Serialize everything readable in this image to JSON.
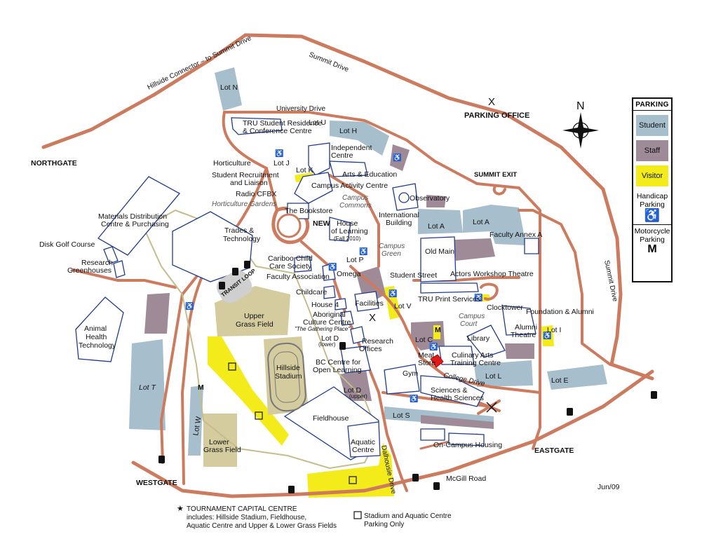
{
  "map": {
    "date": "Jun/09",
    "parking_office": {
      "mark": "X",
      "label": "PARKING OFFICE"
    },
    "compass": {
      "north": "N"
    },
    "roads": {
      "summit_drive_top": "Summit Drive",
      "summit_drive_east": "Summit Drive",
      "hillside_connector": "Hillside Connector – to Summit Drive",
      "university_drive": "University Drive",
      "student_street": "Student Street",
      "college_drive": "College Drive",
      "dalhousie_drive": "Dalhousie Drive",
      "mcgill_road": "McGill Road"
    },
    "gates": {
      "northgate": "NORTHGATE",
      "westgate": "WESTGATE",
      "eastgate": "EASTGATE",
      "summit_exit": "SUMMIT EXIT"
    },
    "lots": {
      "n": "Lot N",
      "u": "Lot U",
      "h": "Lot H",
      "j": "Lot J",
      "k": "Lot K",
      "a1": "Lot A",
      "a2": "Lot A",
      "p": "Lot P",
      "v": "Lot V",
      "c": "Lot C",
      "i": "Lot I",
      "d_lower": "Lot D",
      "d_lower_sub": "(lower)",
      "d_upper": "Lot D",
      "d_upper_sub": "(upper)",
      "l": "Lot L",
      "e": "Lot E",
      "s": "Lot S",
      "t": "Lot T",
      "w": "Lot W"
    },
    "buildings": {
      "residence_1": "TRU Student Residence",
      "residence_2": "& Conference Centre",
      "independent_1": "Independent",
      "independent_2": "Centre",
      "arts_education": "Arts & Education",
      "horticulture": "Horticulture",
      "recruitment_1": "Student Recruitment",
      "recruitment_2": "and Liaison",
      "radio": "Radio CFBX",
      "campus_activity": "Campus Activity Centre",
      "observatory": "Observatory",
      "intl_1": "International",
      "intl_2": "Building",
      "bookstore": "The Bookstore",
      "new_badge": "NEW",
      "hol_1": "House",
      "hol_2": "of Learning",
      "hol_3": "(Fall 2010)",
      "materials_1": "Materials Distribution",
      "materials_2": "Centre & Purchasing",
      "trades_1": "Trades &",
      "trades_2": "Technology",
      "disk_golf": "Disk Golf Course",
      "research_gh_1": "Research",
      "research_gh_2": "Greenhouses",
      "animal_1": "Animal",
      "animal_2": "Health",
      "animal_3": "Technology",
      "childcare_soc_1": "Cariboo Child",
      "childcare_soc_2": "Care Society",
      "faculty_assoc": "Faculty Association",
      "omega": "Omega",
      "childcare": "Childcare",
      "house4": "House 4",
      "facilities": "Facilities",
      "aboriginal_1": "Aboriginal",
      "aboriginal_2": "Culture Centre",
      "aboriginal_3": "\"The Gathering Place\"",
      "research_off_1": "Research",
      "research_off_2": "Offices",
      "bc_centre_1": "BC Centre for",
      "bc_centre_2": "Open Learning",
      "old_main": "Old Main",
      "actors": "Actors Workshop Theatre",
      "faculty_annex": "Faculty Annex A",
      "print_services": "TRU Print Services",
      "clocktower": "Clocktower",
      "foundation": "Foundation & Alumni",
      "alumni_theatre_1": "Alumni",
      "alumni_theatre_2": "Theatre",
      "library": "Library",
      "meat_store_1": "Meat",
      "meat_store_2": "Store",
      "culinary_1": "Culinary Arts",
      "culinary_2": "Training Centre",
      "gym": "Gym",
      "sciences_1": "Sciences &",
      "sciences_2": "Health Sciences",
      "fieldhouse": "Fieldhouse",
      "aquatic_1": "Aquatic",
      "aquatic_2": "Centre",
      "stadium_1": "Hillside",
      "stadium_2": "Stadium",
      "upper_field_1": "Upper",
      "upper_field_2": "Grass Field",
      "lower_field_1": "Lower",
      "lower_field_2": "Grass Field",
      "housing": "On-Campus Housing",
      "transit_loop": "TRANSIT LOOP"
    },
    "areas": {
      "horticulture_gardens": "Horticulture Gardens",
      "campus_commons_1": "Campus",
      "campus_commons_2": "Commons",
      "campus_green_1": "Campus",
      "campus_green_2": "Green",
      "campus_court_1": "Campus",
      "campus_court_2": "Court"
    },
    "motorcycle_mark": "M",
    "footnotes": {
      "tcc_star": "★",
      "tcc_title": "TOURNAMENT CAPITAL CENTRE",
      "tcc_line2": "includes: Hillside Stadium, Fieldhouse,",
      "tcc_line3": "Aquatic Centre and Upper & Lower Grass Fields",
      "stadium_parking_1": "Stadium and Aquatic Centre",
      "stadium_parking_2": "Parking Only"
    },
    "colors": {
      "road": "#cc7b5f",
      "building_outline": "#1f3b8f",
      "student": "#a7bfcc",
      "staff": "#9f8a98",
      "visitor": "#f3ec1a",
      "field": "#d4cb9e",
      "meat_store": "#e01b1b"
    }
  },
  "legend": {
    "title": "PARKING",
    "student": "Student",
    "staff": "Staff",
    "visitor": "Visitor",
    "handicap_1": "Handicap",
    "handicap_2": "Parking",
    "handicap_icon": "♿",
    "motorcycle_1": "Motorcycle",
    "motorcycle_2": "Parking",
    "motorcycle_icon": "M"
  }
}
